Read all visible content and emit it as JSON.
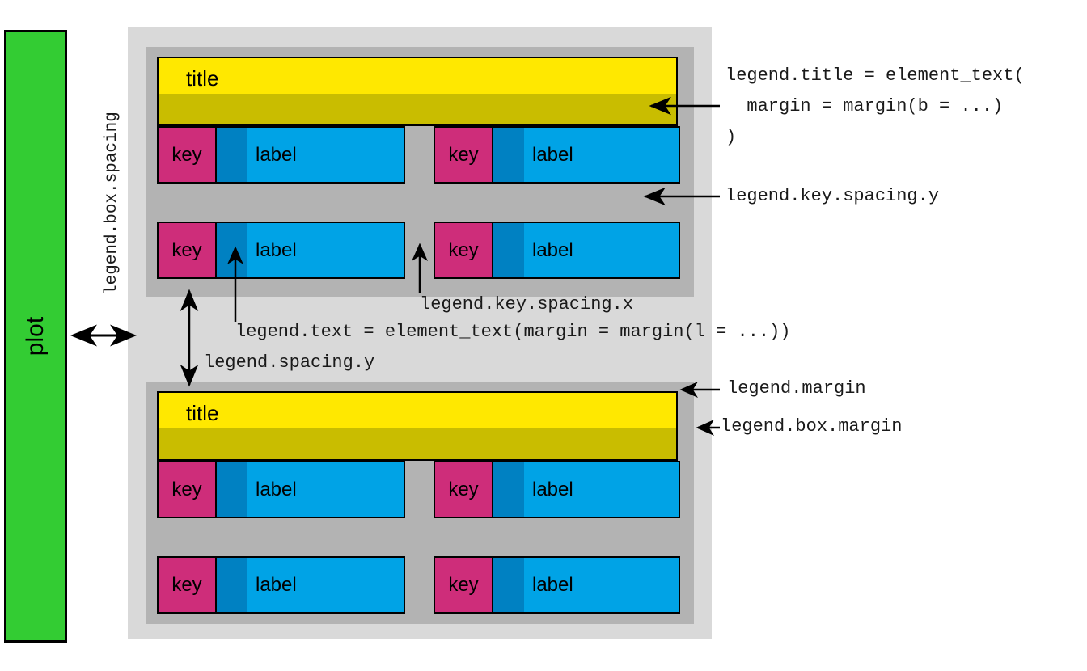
{
  "plot": {
    "label": "plot",
    "color": "#33CC33"
  },
  "colors": {
    "plot_fill": "#33CC33",
    "legend_margin": "#D9D9D9",
    "legend_box_margin": "#B3B3B3",
    "title_fill": "#FFE800",
    "title_margin": "#C9BD00",
    "key_fill": "#CE2D7A",
    "label_fill": "#00A3E6",
    "label_margin": "#0081C2",
    "stroke": "#000000",
    "text": "#1a1a1a"
  },
  "legend_boxes": [
    {
      "title": "title",
      "rows": [
        {
          "entries": [
            {
              "key": "key",
              "label": "label"
            },
            {
              "key": "key",
              "label": "label"
            }
          ]
        },
        {
          "entries": [
            {
              "key": "key",
              "label": "label"
            },
            {
              "key": "key",
              "label": "label"
            }
          ]
        }
      ]
    },
    {
      "title": "title",
      "rows": [
        {
          "entries": [
            {
              "key": "key",
              "label": "label"
            },
            {
              "key": "key",
              "label": "label"
            }
          ]
        },
        {
          "entries": [
            {
              "key": "key",
              "label": "label"
            },
            {
              "key": "key",
              "label": "label"
            }
          ]
        }
      ]
    }
  ],
  "annotations": {
    "box_spacing": "legend.box.spacing",
    "title_line1": "legend.title = element_text(",
    "title_line2": "  margin = margin(b = ...)",
    "title_line3": ")",
    "key_spacing_y": "legend.key.spacing.y",
    "key_spacing_x": "legend.key.spacing.x",
    "text_margin": "legend.text = element_text(margin = margin(l = ...))",
    "spacing_y": "legend.spacing.y",
    "legend_margin": "legend.margin",
    "legend_box_margin": "legend.box.margin"
  }
}
